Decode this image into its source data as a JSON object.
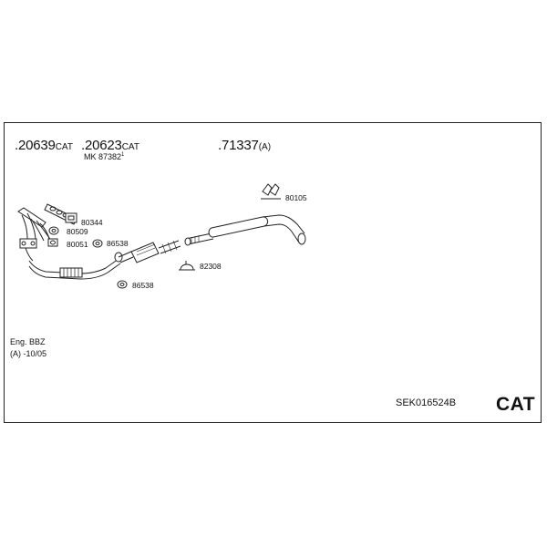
{
  "parts_header": [
    {
      "number": ".20639",
      "suffix": "CAT",
      "sub": ""
    },
    {
      "number": ".20623",
      "suffix": "CAT",
      "sub": "MK 87382",
      "sub_sup": "1"
    },
    {
      "number": ".71337",
      "suffix": "(A)",
      "sub": ""
    }
  ],
  "callouts": [
    "80105",
    "80344",
    "80509",
    "86538",
    "80051",
    "82308",
    "86538"
  ],
  "notes": {
    "engine": "Eng. BBZ",
    "date_range": "(A) -10/05"
  },
  "footer": {
    "kit_ref": "SEK016524B",
    "badge": "CAT"
  },
  "colors": {
    "line": "#222222",
    "fill": "#ffffff",
    "shade": "#d8d8d8"
  }
}
